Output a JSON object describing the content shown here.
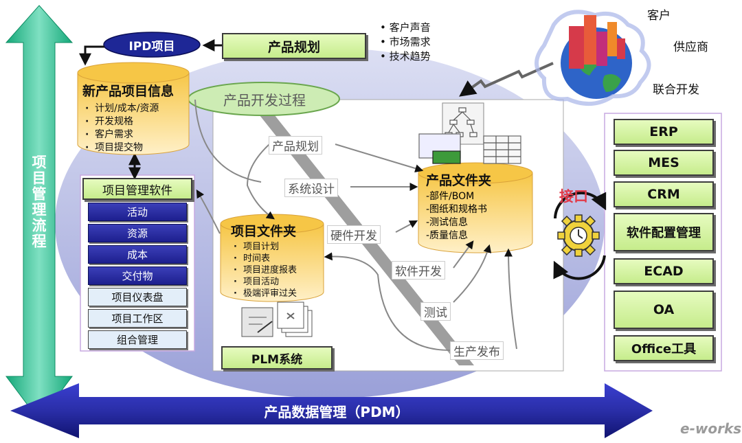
{
  "left_axis": {
    "label": "项目管理流程"
  },
  "bottom_axis": {
    "label": "产品数据管理（PDM）"
  },
  "ipd": {
    "label": "IPD项目"
  },
  "planning": {
    "label": "产品规划",
    "inputs": [
      "客户声音",
      "市场需求",
      "技术趋势"
    ]
  },
  "external": {
    "customer": "客户",
    "supplier": "供应商",
    "joint_dev": "联合开发"
  },
  "process_oval": {
    "label": "产品开发过程"
  },
  "new_product_db": {
    "title": "新产品项目信息",
    "items": [
      "计划/成本/资源",
      "开发规格",
      "客户需求",
      "项目提交物"
    ]
  },
  "pm_software": {
    "title": "项目管理软件",
    "dark_items": [
      "活动",
      "资源",
      "成本",
      "交付物"
    ],
    "light_items": [
      "项目仪表盘",
      "项目工作区",
      "组合管理"
    ]
  },
  "project_folder": {
    "title": "项目文件夹",
    "items": [
      "项目计划",
      "时间表",
      "项目进度报表",
      "项目活动",
      "极端评审过关"
    ]
  },
  "product_folder": {
    "title": "产品文件夹",
    "items": [
      "-部件/BOM",
      "-图纸和规格书",
      "-测试信息",
      "-质量信息"
    ]
  },
  "steps": [
    "产品规划",
    "系统设计",
    "硬件开发",
    "软件开发",
    "测试",
    "生产发布"
  ],
  "plm": {
    "label": "PLM系统"
  },
  "interface": {
    "label": "接口"
  },
  "systems": [
    "ERP",
    "MES",
    "CRM",
    "软件配置管理",
    "ECAD",
    "OA",
    "Office工具"
  ],
  "logo": {
    "text": "e-works"
  },
  "colors": {
    "accent_green": "#2bb58a",
    "pdm_blue": "#2b2fb5",
    "cylinder_top": "#f4c23a",
    "red_text": "#e23a4a"
  }
}
